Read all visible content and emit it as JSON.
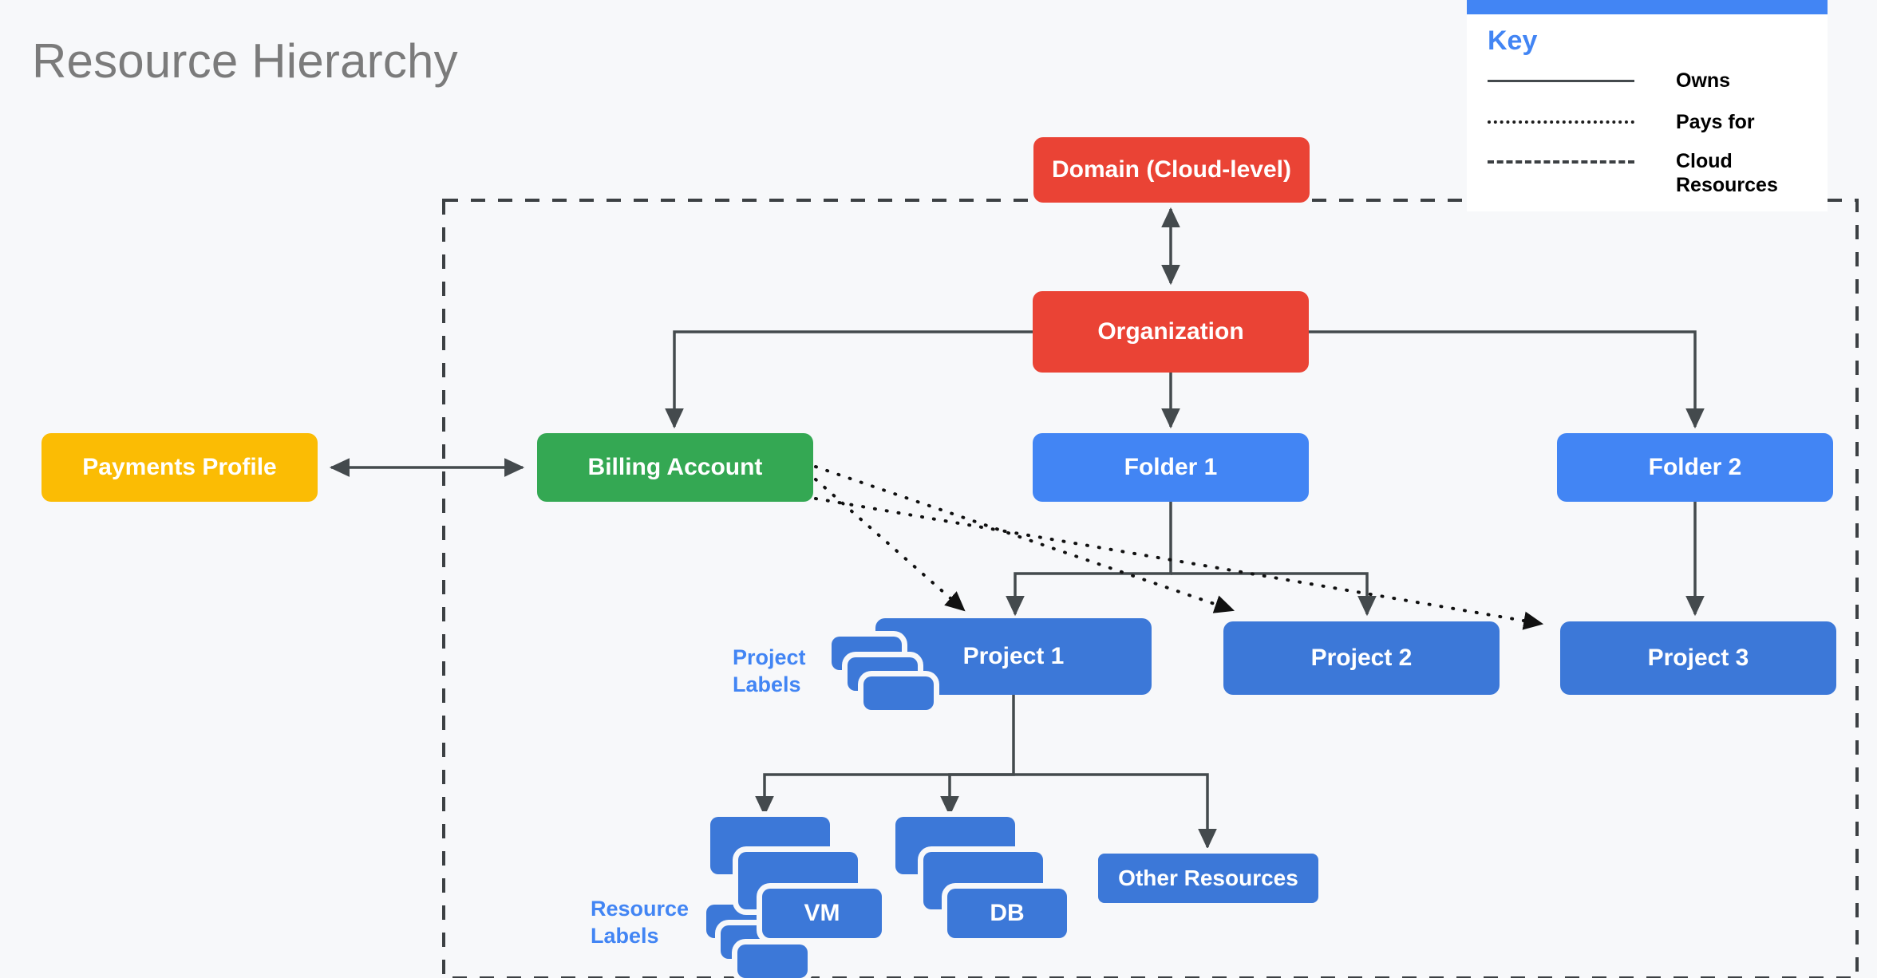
{
  "page": {
    "title": "Resource Hierarchy",
    "background": "#f7f8fa"
  },
  "colors": {
    "red": "#EA4335",
    "green": "#34A853",
    "yellow": "#FBBC04",
    "light_blue": "#4285F4",
    "dark_blue": "#3C78D8",
    "line": "#444a4d",
    "title_gray": "#7b7b7b"
  },
  "key": {
    "title": "Key",
    "rows": [
      {
        "style": "solid",
        "label": "Owns"
      },
      {
        "style": "dotted",
        "label": "Pays for"
      },
      {
        "style": "dashed",
        "label": "Cloud\nResources"
      }
    ]
  },
  "nodes": {
    "domain": {
      "label": "Domain (Cloud-level)",
      "color": "red"
    },
    "organization": {
      "label": "Organization",
      "color": "red"
    },
    "payments": {
      "label": "Payments Profile",
      "color": "yellow"
    },
    "billing": {
      "label": "Billing Account",
      "color": "green"
    },
    "folder1": {
      "label": "Folder 1",
      "color": "light_blue"
    },
    "folder2": {
      "label": "Folder 2",
      "color": "light_blue"
    },
    "project1": {
      "label": "Project 1",
      "color": "dark_blue"
    },
    "project2": {
      "label": "Project 2",
      "color": "dark_blue"
    },
    "project3": {
      "label": "Project 3",
      "color": "dark_blue"
    },
    "vm": {
      "label": "VM",
      "color": "dark_blue"
    },
    "db": {
      "label": "DB",
      "color": "dark_blue"
    },
    "other": {
      "label": "Other Resources",
      "color": "dark_blue"
    }
  },
  "side_labels": {
    "project_labels": "Project\nLabels",
    "resource_labels": "Resource\nLabels"
  },
  "boundary": {
    "name": "cloud-resources-boundary",
    "style": "dashed"
  },
  "edges": [
    {
      "from": "domain",
      "to": "organization",
      "style": "solid",
      "arrows": "both"
    },
    {
      "from": "payments",
      "to": "billing",
      "style": "solid",
      "arrows": "both"
    },
    {
      "from": "organization",
      "to": "billing",
      "style": "solid",
      "arrows": "end"
    },
    {
      "from": "organization",
      "to": "folder1",
      "style": "solid",
      "arrows": "end"
    },
    {
      "from": "organization",
      "to": "folder2",
      "style": "solid",
      "arrows": "end"
    },
    {
      "from": "folder1",
      "to": "project1",
      "style": "solid",
      "arrows": "end"
    },
    {
      "from": "folder1",
      "to": "project2",
      "style": "solid",
      "arrows": "end"
    },
    {
      "from": "folder2",
      "to": "project3",
      "style": "solid",
      "arrows": "end"
    },
    {
      "from": "project1",
      "to": "vm",
      "style": "solid",
      "arrows": "end"
    },
    {
      "from": "project1",
      "to": "db",
      "style": "solid",
      "arrows": "end"
    },
    {
      "from": "project1",
      "to": "other",
      "style": "solid",
      "arrows": "end"
    },
    {
      "from": "billing",
      "to": "project1",
      "style": "dotted",
      "arrows": "end"
    },
    {
      "from": "billing",
      "to": "project2",
      "style": "dotted",
      "arrows": "end"
    },
    {
      "from": "billing",
      "to": "project3",
      "style": "dotted",
      "arrows": "end"
    }
  ]
}
